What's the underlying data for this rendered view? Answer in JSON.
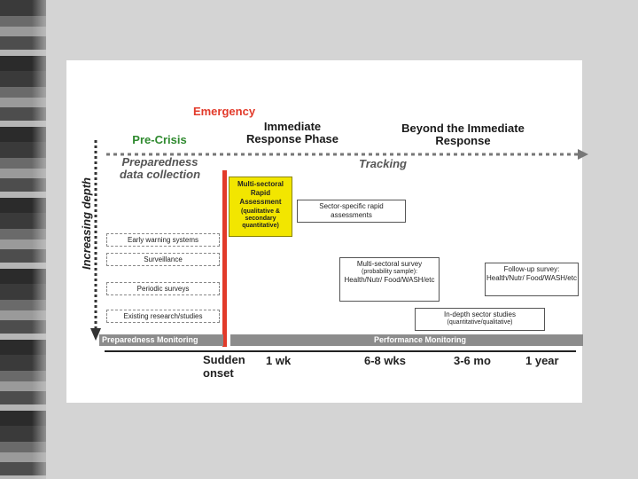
{
  "header": {
    "emergency": "Emergency",
    "pre_crisis": "Pre-Crisis",
    "immediate": "Immediate Response Phase",
    "beyond": "Beyond the Immediate Response"
  },
  "tracks": {
    "preparedness": "Preparedness data collection",
    "tracking": "Tracking",
    "depth": "Increasing depth"
  },
  "prep_boxes": [
    "Early warning systems",
    "Surveillance",
    "Periodic surveys",
    "Existing research/studies"
  ],
  "rapid": {
    "title": "Multi-sectoral Rapid Assessment",
    "note": "(qualitative & secondary quantitative)"
  },
  "sector_rapid": "Sector-specific rapid assessments",
  "multi_survey": {
    "title": "Multi-sectoral survey",
    "sample": "(probability sample):",
    "topics": "Health/Nutr/ Food/WASH/etc"
  },
  "followup": {
    "title": "Follow-up survey: Health/Nutr/ Food/WASH/etc"
  },
  "indepth": {
    "title": "In-depth sector studies",
    "note": "(quantitative/qualitative)"
  },
  "bars": {
    "prep": "Preparedness Monitoring",
    "perf": "Performance Monitoring"
  },
  "timeline": {
    "onset": "Sudden onset",
    "t1": "1 wk",
    "t2": "6-8 wks",
    "t3": "3-6 mo",
    "t4": "1 year"
  },
  "colors": {
    "accent_red": "#e23a2a",
    "green": "#2f8a2f",
    "yellow": "#f2e600",
    "bar_gray": "#8c8c8c"
  }
}
